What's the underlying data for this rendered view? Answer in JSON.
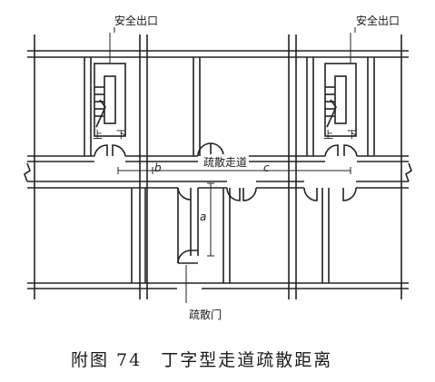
{
  "labels": {
    "exit_left": "安全出口",
    "exit_right": "安全出口",
    "stair_left_up": "上",
    "stair_left_down": "下",
    "stair_right_up": "上",
    "stair_right_down": "下",
    "corridor": "疏散走道",
    "dim_b": "b",
    "dim_c": "c",
    "dim_a": "a",
    "evac_door": "疏散门"
  },
  "caption": "附图 74　丁字型走道疏散距离"
}
